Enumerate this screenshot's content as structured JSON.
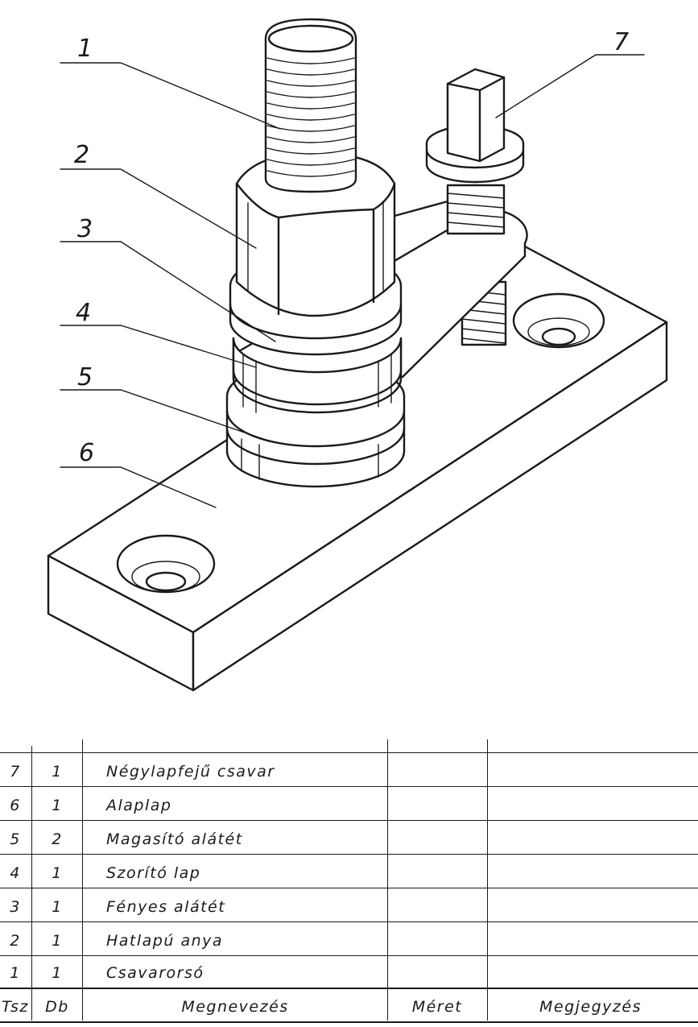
{
  "callouts": [
    "1",
    "2",
    "3",
    "4",
    "5",
    "6",
    "7"
  ],
  "bom": {
    "headers": {
      "tsz": "Tsz",
      "db": "Db",
      "name": "Megnevezés",
      "meret": "Méret",
      "note": "Megjegyzés"
    },
    "rows": [
      {
        "tsz": "7",
        "db": "1",
        "name": "Négylapfejű csavar",
        "meret": "",
        "note": ""
      },
      {
        "tsz": "6",
        "db": "1",
        "name": "Alaplap",
        "meret": "",
        "note": ""
      },
      {
        "tsz": "5",
        "db": "2",
        "name": "Magasító alátét",
        "meret": "",
        "note": ""
      },
      {
        "tsz": "4",
        "db": "1",
        "name": "Szorító lap",
        "meret": "",
        "note": ""
      },
      {
        "tsz": "3",
        "db": "1",
        "name": "Fényes alátét",
        "meret": "",
        "note": ""
      },
      {
        "tsz": "2",
        "db": "1",
        "name": "Hatlapú anya",
        "meret": "",
        "note": ""
      },
      {
        "tsz": "1",
        "db": "1",
        "name": "Csavarorsó",
        "meret": "",
        "note": ""
      }
    ]
  }
}
